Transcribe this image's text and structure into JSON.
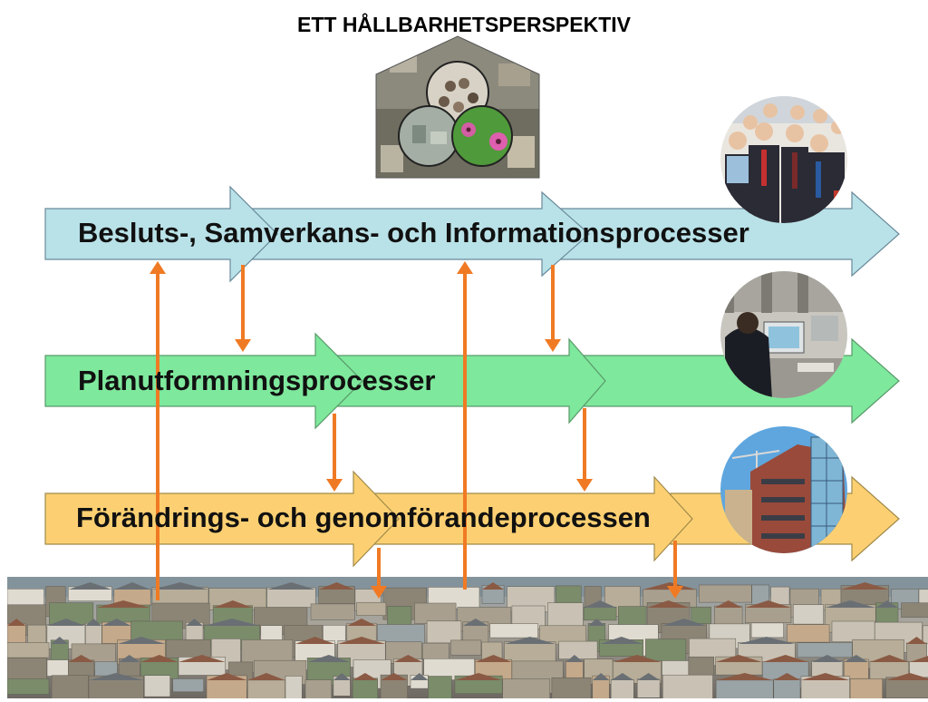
{
  "diagram": {
    "title": "ETT HÅLLBARHETSPERSPEKTIV",
    "processes": [
      {
        "label": "Besluts-, Samverkans- och Informationsprocesser",
        "color": "#b9e2e8",
        "photo": "business-people-photo"
      },
      {
        "label": "Planutformningsprocesser",
        "color": "#7ee89c",
        "photo": "office-workers-photo"
      },
      {
        "label": "Förändrings- och genomförandeprocessen",
        "color": "#fcd072",
        "photo": "building-photo"
      }
    ],
    "colors": {
      "connector_arrow": "#f07a24",
      "arrow_outline": "#6a8a9a"
    },
    "house_emblem": "house-venn-photo-icon",
    "footer_image": "city-skyline-photo"
  }
}
